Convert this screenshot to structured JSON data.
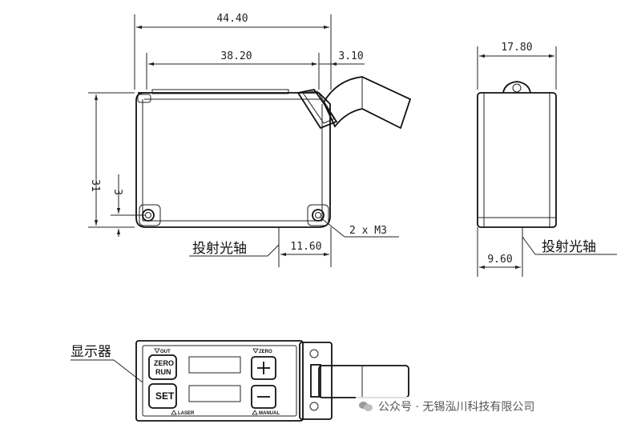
{
  "dimensions": {
    "overall_length": "44.40",
    "body_length": "38.20",
    "cable_offset": "3.10",
    "width": "17.80",
    "height": "31",
    "hole_height": "3",
    "axis_offset_front": "11.60",
    "axis_offset_side": "9.60"
  },
  "labels": {
    "mount_holes": "2 x M3",
    "emission_axis_front": "投射光轴",
    "emission_axis_side": "投射光轴",
    "display": "显示器"
  },
  "panel": {
    "out_label": "OUT",
    "zero_top_label": "ZERO",
    "laser_label": "LASER",
    "manual_label": "MANUAL",
    "zero_run_line1": "ZERO",
    "zero_run_line2": "RUN",
    "set_button": "SET",
    "plus_symbol": "+",
    "minus_symbol": "—"
  },
  "watermark": {
    "text": "公众号 · 无锡泓川科技有限公司",
    "icon": "wechat-icon"
  }
}
